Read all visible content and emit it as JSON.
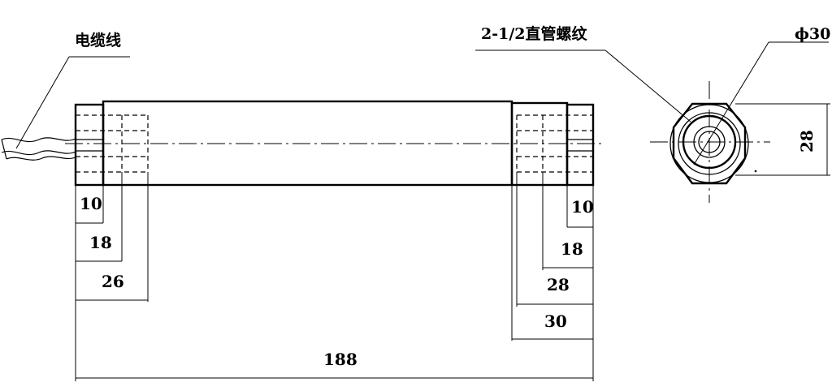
{
  "labels": {
    "cable": "电缆线",
    "thread": "2-1/2直管螺纹",
    "diameter": "ϕ30"
  },
  "dimensions": {
    "left_10": "10",
    "left_18": "18",
    "left_26": "26",
    "right_10": "10",
    "right_18": "18",
    "right_28": "28",
    "right_30": "30",
    "overall_188": "188",
    "end_view_28": "28"
  }
}
